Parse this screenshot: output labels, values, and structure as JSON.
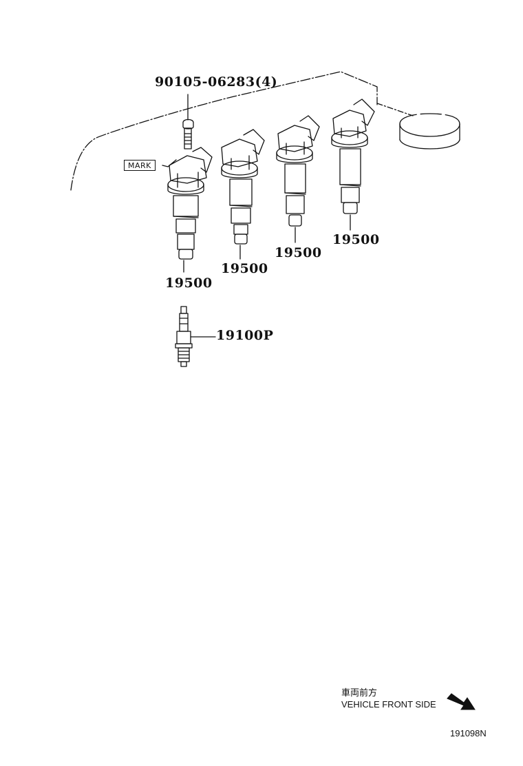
{
  "diagram": {
    "type": "parts-exploded-view",
    "subject": "Ignition coil & spark plug",
    "parts": [
      {
        "id": "bolt",
        "label": "90105-06283(4)"
      },
      {
        "id": "coil-1",
        "label": "19500"
      },
      {
        "id": "coil-2",
        "label": "19500"
      },
      {
        "id": "coil-3",
        "label": "19500"
      },
      {
        "id": "coil-4",
        "label": "19500"
      },
      {
        "id": "spark-plug",
        "label": "19100P"
      }
    ],
    "mark_label": "MARK",
    "direction_note": {
      "japanese": "車両前方",
      "english": "VEHICLE FRONT SIDE"
    },
    "figure_number": "191098N",
    "colors": {
      "ink": "#111111",
      "background": "#ffffff"
    }
  }
}
